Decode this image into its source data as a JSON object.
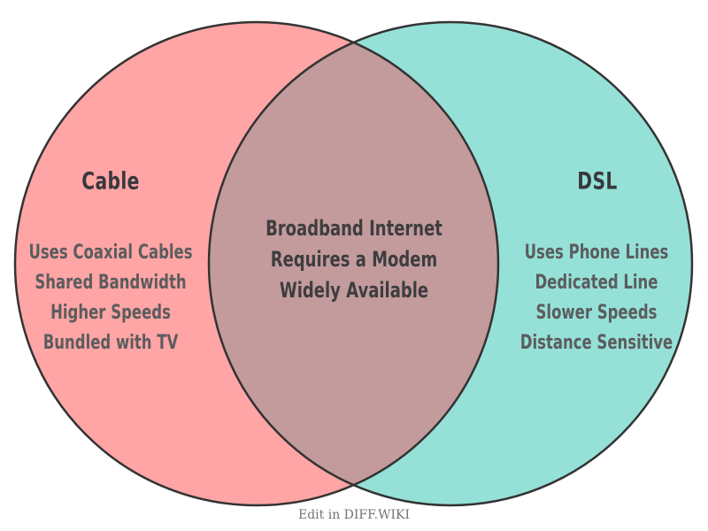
{
  "diagram": {
    "type": "venn",
    "left": {
      "title": "Cable",
      "items": [
        "Uses Coaxial Cables",
        "Shared Bandwidth",
        "Higher Speeds",
        "Bundled with TV"
      ]
    },
    "right": {
      "title": "DSL",
      "items": [
        "Uses Phone Lines",
        "Dedicated Line",
        "Slower Speeds",
        "Distance Sensitive"
      ]
    },
    "intersection": {
      "items": [
        "Broadband Internet",
        "Requires a Modem",
        "Widely Available"
      ]
    }
  },
  "footer": {
    "edit_label": "Edit in DIFF.WIKI"
  },
  "colors": {
    "left_fill": "#FFA5A5",
    "right_fill": "#95E1D8",
    "overlap_fill": "#C39B9C",
    "outline": "#333333"
  }
}
